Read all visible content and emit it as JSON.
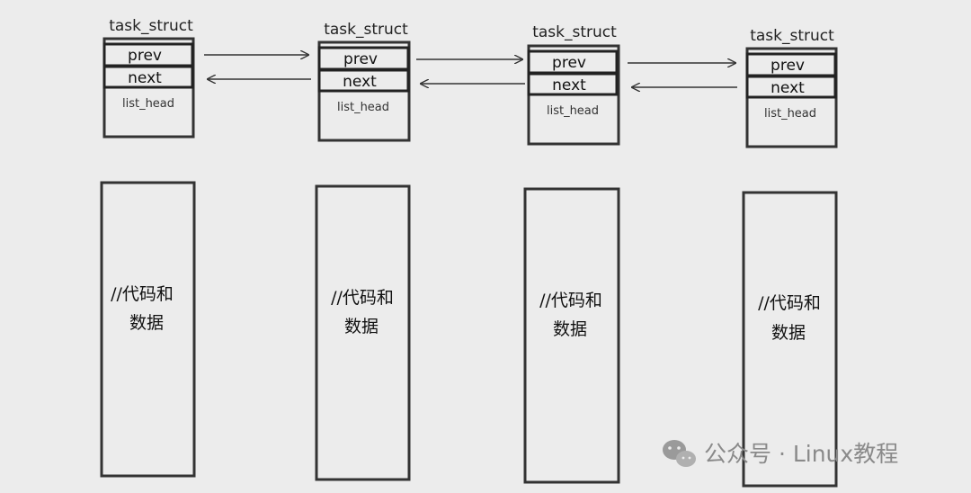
{
  "nodes": [
    {
      "title": "task_struct",
      "prev": "prev",
      "next": "next",
      "list_head": "list_head",
      "body_line1": "//代码和",
      "body_line2": "数据"
    },
    {
      "title": "task_struct",
      "prev": "prev",
      "next": "next",
      "list_head": "list_head",
      "body_line1": "//代码和",
      "body_line2": "数据"
    },
    {
      "title": "task_struct",
      "prev": "prev",
      "next": "next",
      "list_head": "list_head",
      "body_line1": "//代码和",
      "body_line2": "数据"
    },
    {
      "title": "task_struct",
      "prev": "prev",
      "next": "next",
      "list_head": "list_head",
      "body_line1": "//代码和",
      "body_line2": "数据"
    }
  ],
  "watermark": {
    "text": "公众号 · Linux教程",
    "icon": "wechat-icon"
  },
  "colors": {
    "background": "#ececec",
    "stroke": "#333333",
    "watermark": "#8a8a8a"
  }
}
